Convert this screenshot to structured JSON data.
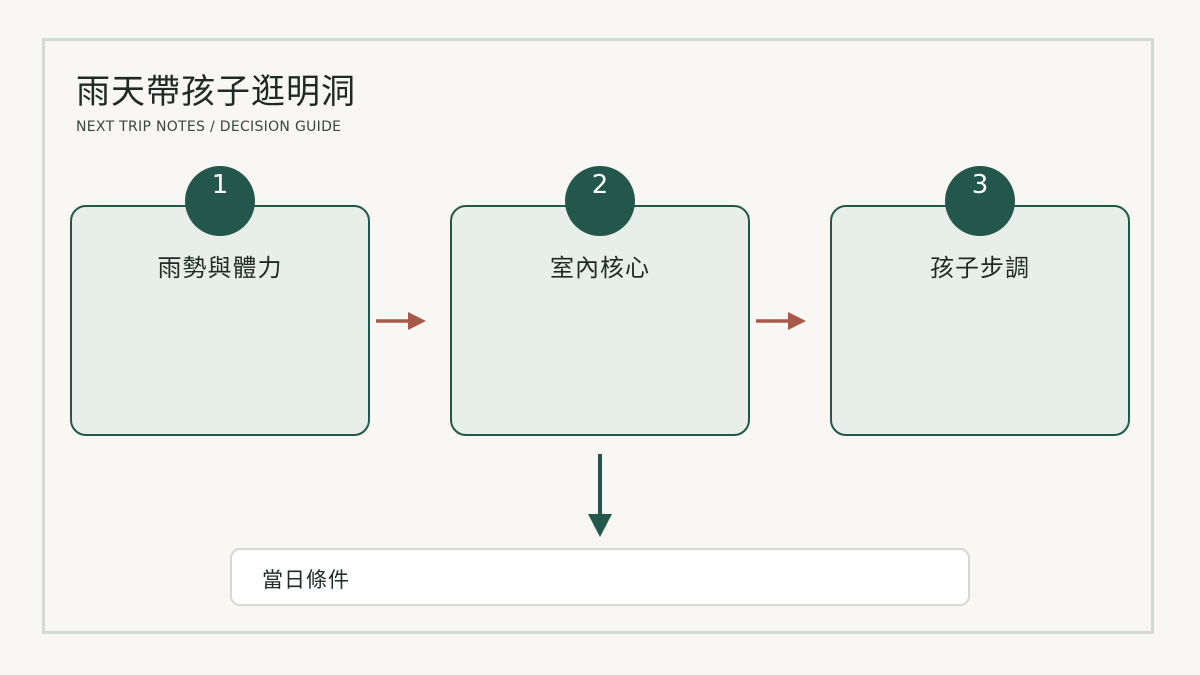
{
  "page": {
    "title": "雨天帶孩子逛明洞",
    "subtitle": "NEXT TRIP NOTES  /  DECISION GUIDE"
  },
  "steps": [
    {
      "number": "1",
      "label": "雨勢與體力"
    },
    {
      "number": "2",
      "label": "室內核心"
    },
    {
      "number": "3",
      "label": "孩子步調"
    }
  ],
  "condition": {
    "label": "當日條件"
  },
  "colors": {
    "background": "#f8f7f3",
    "frame_border": "#d3dad3",
    "accent_green": "#24574b",
    "card_fill": "#e8eeea",
    "arrow_rust": "#a85a4a"
  },
  "icons": {
    "flow_arrow": "arrow-right-icon",
    "down_arrow": "arrow-down-icon"
  }
}
